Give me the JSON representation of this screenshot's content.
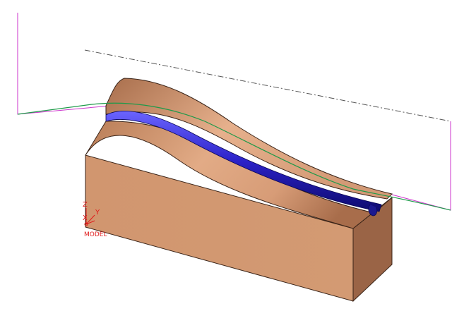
{
  "viewport": {
    "background": "#ffffff",
    "model_color": "#d49d78",
    "groove_fill_color": "#2b22c8",
    "toolpath_color": "#1e9a4a",
    "boundary_color": "#cc33cc",
    "centerline_color": "#555555"
  },
  "triad": {
    "z_label": "Z",
    "y_label": "Y",
    "x_label": "X",
    "csys_label": "MODEL"
  }
}
